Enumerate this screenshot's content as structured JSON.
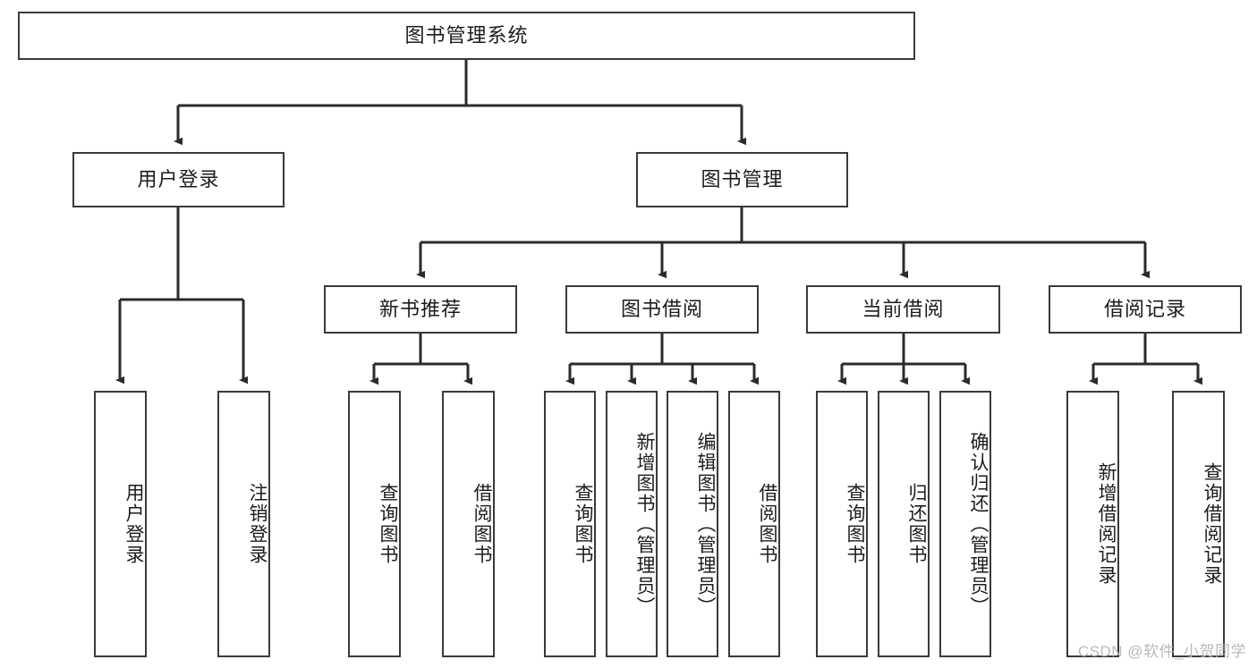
{
  "diagram": {
    "title_node": {
      "label": "图书管理系统"
    },
    "level1": [
      {
        "id": "user-login",
        "label": "用户登录"
      },
      {
        "id": "book-manage",
        "label": "图书管理"
      }
    ],
    "level2": [
      {
        "id": "new-book-recommend",
        "label": "新书推荐"
      },
      {
        "id": "book-borrow",
        "label": "图书借阅"
      },
      {
        "id": "current-borrow",
        "label": "当前借阅"
      },
      {
        "id": "borrow-record",
        "label": "借阅记录"
      }
    ],
    "leaves": {
      "user_login": [
        {
          "id": "leaf-user-login",
          "label": "用户登录"
        },
        {
          "id": "leaf-logout-login",
          "label": "注销登录"
        }
      ],
      "new_book_recommend": [
        {
          "id": "leaf-query-book-1",
          "label": "查询图书"
        },
        {
          "id": "leaf-borrow-book-1",
          "label": "借阅图书"
        }
      ],
      "book_borrow": [
        {
          "id": "leaf-query-book-2",
          "label": "查询图书"
        },
        {
          "id": "leaf-add-book",
          "label": "新增图书（管理员）"
        },
        {
          "id": "leaf-edit-book",
          "label": "编辑图书（管理员）"
        },
        {
          "id": "leaf-borrow-book-2",
          "label": "借阅图书"
        }
      ],
      "current_borrow": [
        {
          "id": "leaf-query-book-3",
          "label": "查询图书"
        },
        {
          "id": "leaf-return-book",
          "label": "归还图书"
        },
        {
          "id": "leaf-confirm-return",
          "label": "确认归还（管理员）"
        }
      ],
      "borrow_record": [
        {
          "id": "leaf-add-record",
          "label": "新增借阅记录"
        },
        {
          "id": "leaf-query-record",
          "label": "查询借阅记录"
        }
      ]
    }
  },
  "watermark": {
    "text": "CSDN @软件_小贺同学"
  },
  "colors": {
    "stroke": "#3a3a3a",
    "text": "#1c1c1c",
    "background": "#ffffff",
    "watermark": "#b9b9b9"
  }
}
